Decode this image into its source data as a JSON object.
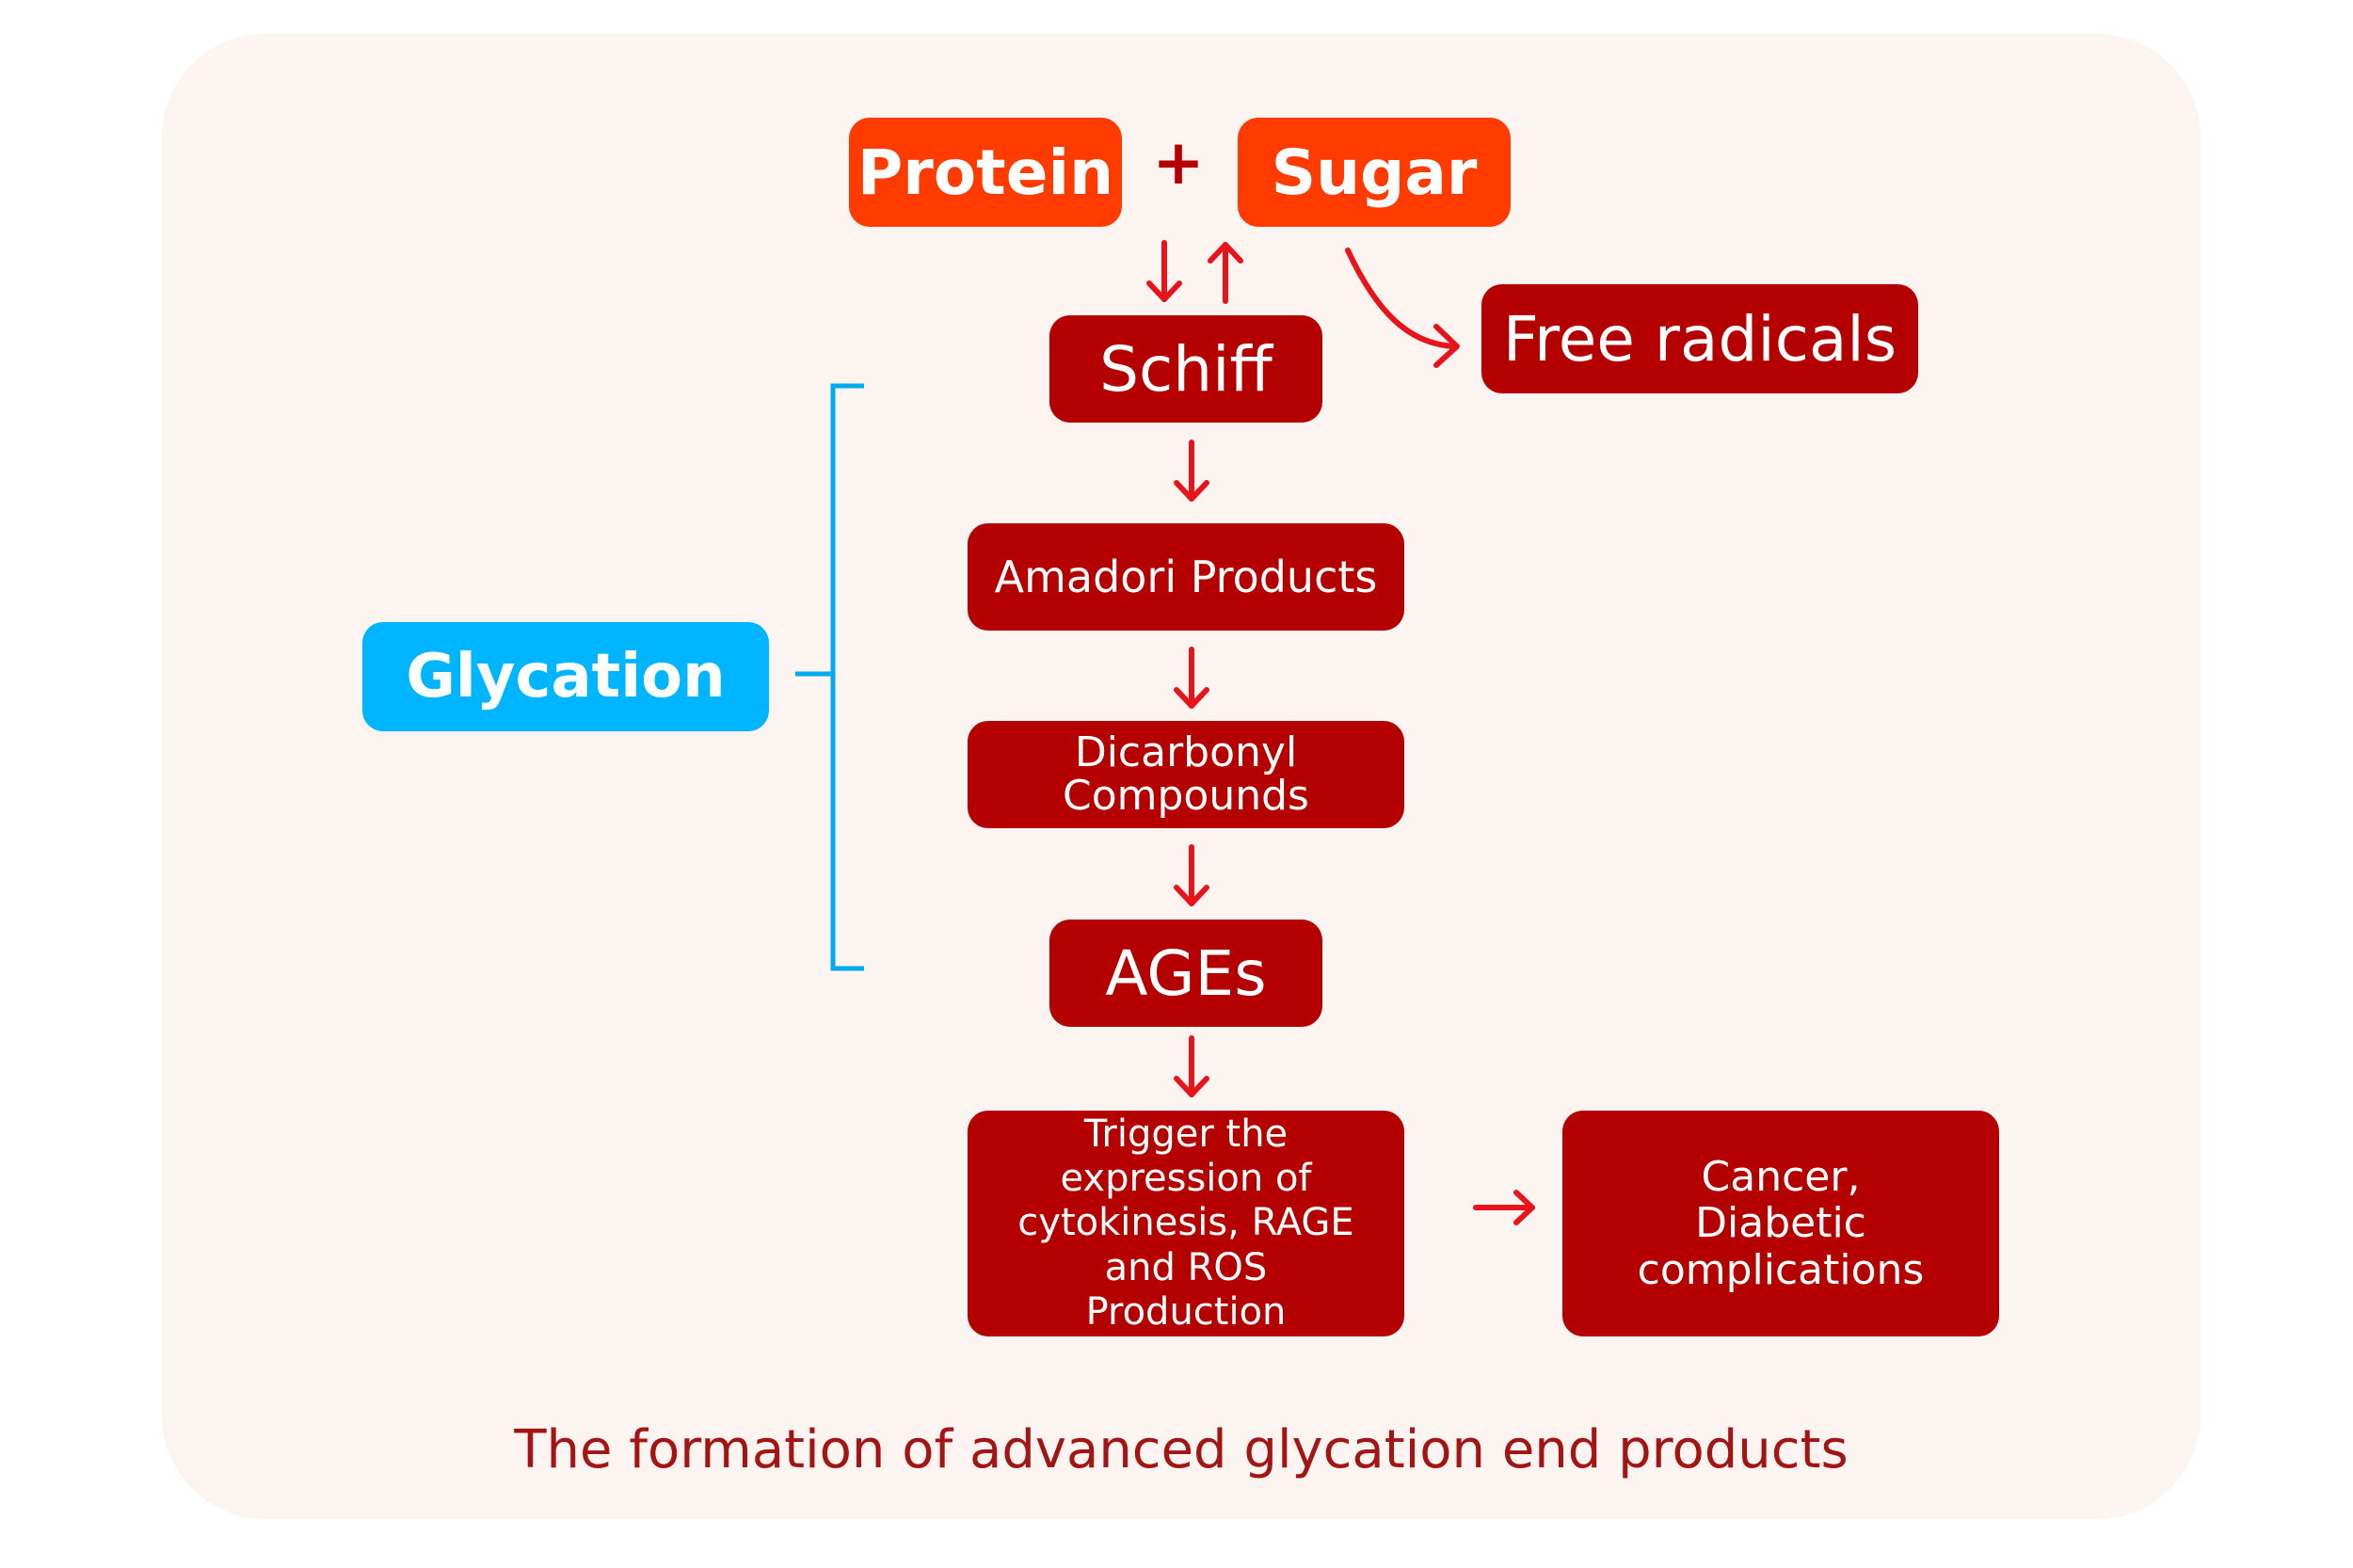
{
  "nodes": {
    "protein": "Protein",
    "plus": "+",
    "sugar": "Sugar",
    "free_radicals": "Free radicals",
    "schiff": "Schiff",
    "amadori": "Amadori Products",
    "dicarbonyl": "Dicarbonyl Compounds",
    "ages": "AGEs",
    "trigger": "Trigger the expression of cytokinesis, RAGE and ROS Production",
    "outcome": "Cancer, Diabetic complications"
  },
  "group": {
    "label": "Glycation"
  },
  "caption": "The formation of advanced glycation end products",
  "colors": {
    "panel_bg": "#fcf4f1",
    "orange_box": "#ff3b00",
    "red_box": "#b50000",
    "blue_box": "#00b5ff",
    "arrow": "#e8141b",
    "bracket": "#00aaee",
    "caption_text": "#a31515"
  }
}
